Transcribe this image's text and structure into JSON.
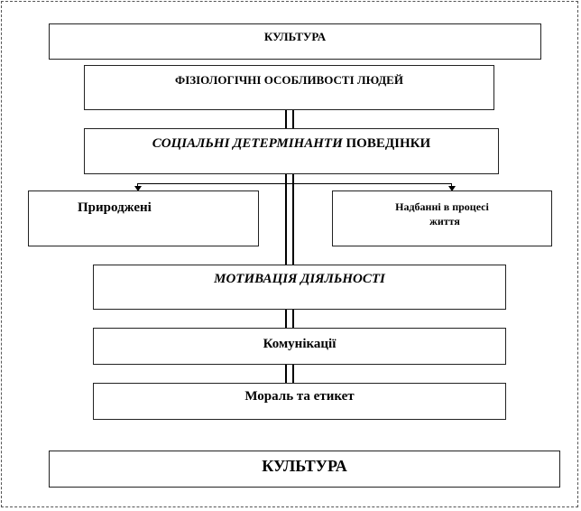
{
  "diagram": {
    "top_culture": "КУЛЬТУРА",
    "physiology": "ФІЗІОЛОГІЧНІ ОСОБЛИВОСТІ  ЛЮДЕЙ",
    "social_italic": "СОЦІАЛЬНІ ДЕТЕРМІНАНТИ",
    "social_rest": " ПОВЕДІНКИ",
    "innate": "Природжені",
    "acquired_line1": "Надбанні в процесі",
    "acquired_line2": "життя",
    "motivation": "МОТИВАЦІЯ ДІЯЛЬНОСТІ",
    "communication": "Комунікації",
    "morality": "Мораль та етикет",
    "bottom_culture": "КУЛЬТУРА"
  }
}
